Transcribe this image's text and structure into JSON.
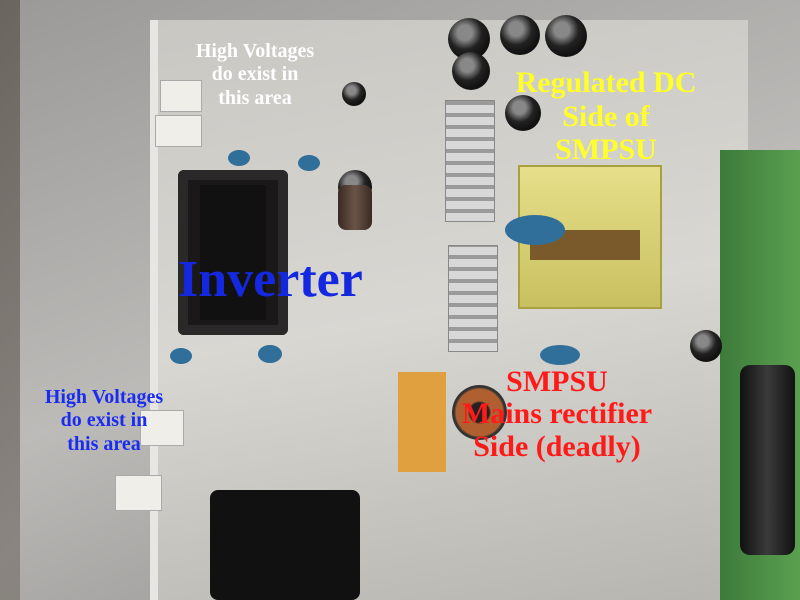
{
  "labels": {
    "hv_top": [
      "High Voltages",
      "do exist in",
      "this area"
    ],
    "inverter": "Inverter",
    "dc_side": [
      "Regulated DC",
      "Side of",
      "SMPSU"
    ],
    "hv_bottom": [
      "High Voltages",
      "do exist in",
      "this area"
    ],
    "mains_side": [
      "SMPSU",
      "Mains rectifier",
      "Side (deadly)"
    ]
  },
  "colors": {
    "hv_top": "#ffffff",
    "inverter": "#1428e0",
    "dc_side": "#ffff2a",
    "hv_bottom": "#1a2cf0",
    "mains_side": "#ff1a1a"
  }
}
